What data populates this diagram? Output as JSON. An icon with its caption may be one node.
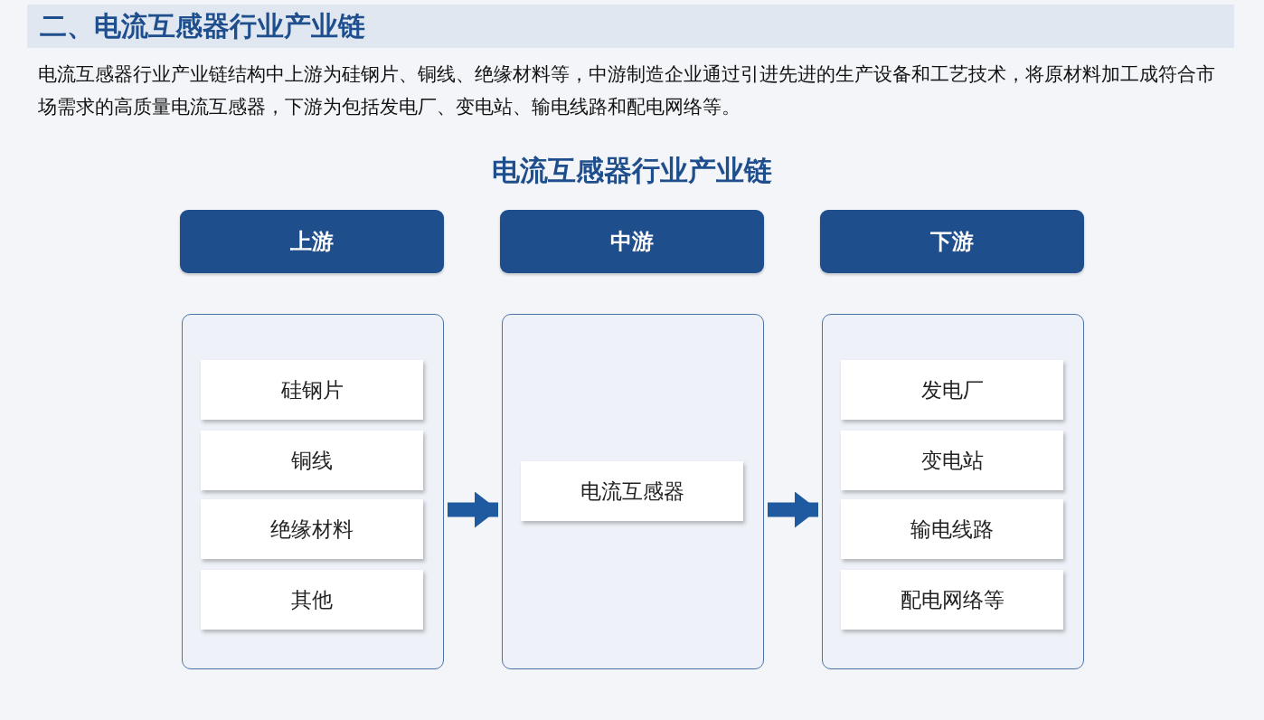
{
  "diagram": {
    "title": "二、电流互感器行业产业链",
    "nodes": [
      {
        "text": [
          "上游"
        ]
      },
      {
        "text": [
          "中游"
        ]
      },
      {
        "text": [
          "下游"
        ]
      },
      {
        "text": [],
        "shape": "box"
      },
      {
        "text": [
          "硅钢片"
        ],
        "in": 3
      },
      {
        "text": [
          "铜线"
        ],
        "in": 3
      },
      {
        "text": [
          "绝缘材料"
        ],
        "in": 3
      },
      {
        "text": [
          "其他"
        ],
        "in": 3
      },
      {
        "text": [],
        "shape": "box"
      },
      {
        "text": [
          "电流互感器"
        ],
        "in": 8
      },
      {
        "text": [],
        "shape": "box"
      },
      {
        "text": [
          "发电厂"
        ],
        "in": 10
      },
      {
        "text": [
          "变电站"
        ],
        "in": 10
      },
      {
        "text": [
          "输电线路"
        ],
        "in": 10
      },
      {
        "text": [
          "配电网络等"
        ],
        "in": 10
      }
    ],
    "edges": [
      {
        "from": 3,
        "to": 8,
        "arrow": "to"
      },
      {
        "from": 8,
        "to": 10,
        "arrow": "to"
      }
    ],
    "labels": [
      "电流互感器行业产业链结构中上游为硅钢片、铜线、绝缘材料等，中游制造企业通过引进先进的生产设备和工艺技术，将原材料加工成符合市场需求的高质量电流互感器，下游为包括发电厂、变电站、输电线路和配电网络等。",
      "电流互感器行业产业链"
    ]
  }
}
